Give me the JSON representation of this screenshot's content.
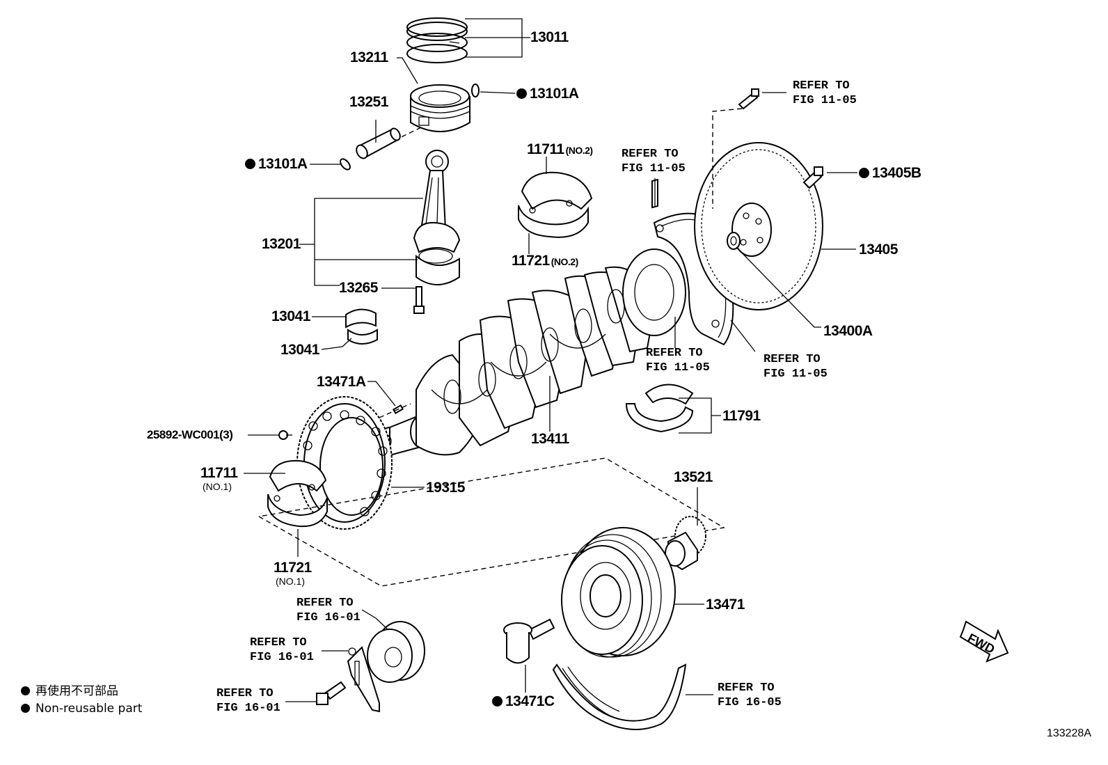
{
  "parts": {
    "piston_ring_set": "13011",
    "piston": "13211",
    "snap_ring_top": "13101A",
    "piston_pin": "13251",
    "snap_ring_left": "13101A",
    "connecting_rod": "13201",
    "rod_bolt": "13265",
    "rod_bearing_upper": "13041",
    "rod_bearing_lower": "13041",
    "main_bearing_upper_no2": "11711",
    "main_bearing_lower_no2": "11721",
    "no2_suffix": "(NO.2)",
    "flywheel_bolt": "13405B",
    "flywheel": "13405",
    "spacer": "13400A",
    "crank_key": "13471A",
    "crankshaft": "13411",
    "thrust_washer": "11791",
    "screw": "25892-WC001(3)",
    "main_bearing_upper_no1": "11711",
    "main_bearing_lower_no1": "11721",
    "no1_suffix": "(NO.1)",
    "timing_rotor": "19315",
    "crank_gear": "13521",
    "crank_pulley": "13471",
    "pulley_bolt": "13471C"
  },
  "refs": {
    "line1": "REFER TO",
    "fig_11_05": "FIG 11-05",
    "fig_16_01": "FIG 16-01",
    "fig_16_05": "FIG 16-05"
  },
  "legend": {
    "jp": "再使用不可部品",
    "en": "Non-reusable part"
  },
  "direction_label": "FWD",
  "figure_id": "133228A"
}
